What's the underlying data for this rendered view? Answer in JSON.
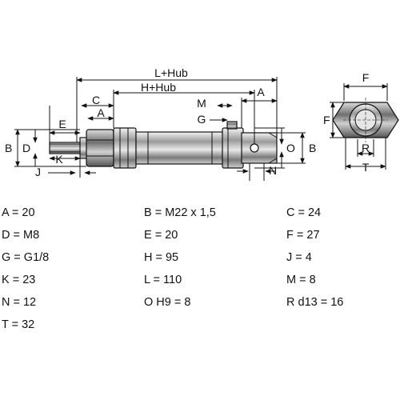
{
  "drawing_labels": {
    "l_hub": "L+Hub",
    "h_hub": "H+Hub",
    "c": "C",
    "a_left": "A",
    "a_right": "A",
    "e": "E",
    "m": "M",
    "g": "G",
    "b_left": "B",
    "b_right": "B",
    "d": "D",
    "k": "K",
    "j": "J",
    "n": "N",
    "o": "O",
    "f_top": "F",
    "f_side": "F",
    "r": "R",
    "t": "T"
  },
  "specs": [
    {
      "text": "A = 20"
    },
    {
      "text": "B = M22 x 1,5"
    },
    {
      "text": "C = 24"
    },
    {
      "text": "D = M8"
    },
    {
      "text": "E = 20"
    },
    {
      "text": "F = 27"
    },
    {
      "text": "G = G1/8"
    },
    {
      "text": "H = 95"
    },
    {
      "text": "J = 4"
    },
    {
      "text": "K = 23"
    },
    {
      "text": "L = 110"
    },
    {
      "text": "M = 8"
    },
    {
      "text": "N = 12"
    },
    {
      "text": "O H9 = 8"
    },
    {
      "text": "R d13 = 16"
    },
    {
      "text": "T = 32"
    }
  ]
}
